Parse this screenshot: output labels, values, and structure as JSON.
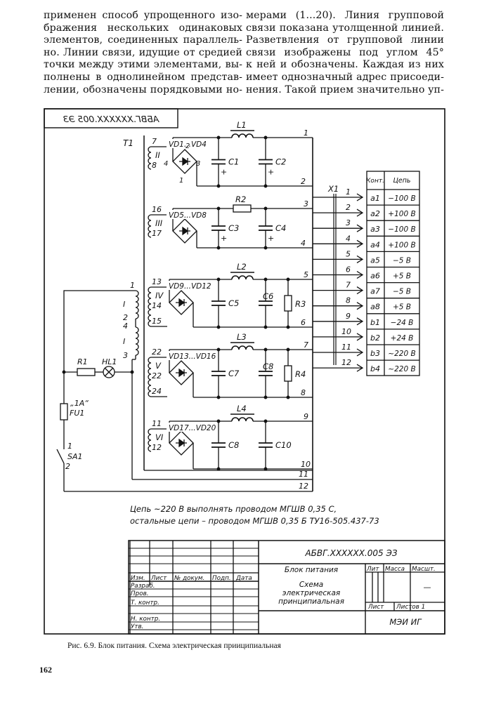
{
  "page": {
    "number": "162",
    "body_text": {
      "left_column": [
        "применен способ упрощенного изо-",
        "бражения нескольких одинаковых",
        "элементов, соединенных параллель-",
        "но. Линии связи, идущие от средией",
        "точки между этими элементами, вы-",
        "полнены в однолинейном представ-",
        "лении, обозначены порядковыми но-"
      ],
      "right_column": [
        "мерами (1...20). Линия групповой",
        "связи показана утолщенной линией.",
        "Разветвления от групповой линии",
        "связи изображены под углом 45°",
        "к ней и обозначены. Каждая из них",
        "имеет однозначный адрес присоеди-",
        "нения. Такой прием значительно уп-"
      ]
    },
    "figure_caption": "Рис. 6.9. Блок питания. Схема электрическая прииципиальная"
  },
  "drawing": {
    "corner_stamp_mirrored": "АБВГ.XXXXXX.005 ЭЗ",
    "transformer": {
      "ref": "T1",
      "primary_windings": [
        {
          "roman": "I",
          "pins": [
            "1",
            "2"
          ]
        },
        {
          "roman": "I",
          "pins": [
            "4",
            "3"
          ]
        }
      ],
      "secondary_windings": [
        {
          "roman": "II",
          "pins": [
            "7",
            "8"
          ]
        },
        {
          "roman": "III",
          "pins": [
            "16",
            "17"
          ]
        },
        {
          "roman": "IV",
          "pins": [
            "13",
            "14",
            "15"
          ]
        },
        {
          "roman": "V",
          "pins": [
            "22",
            "22",
            "24"
          ]
        },
        {
          "roman": "VI",
          "pins": [
            "11",
            "12"
          ]
        }
      ]
    },
    "primary_circuit": {
      "resistor": "R1",
      "lamp": "HL1",
      "fuse": "FU1",
      "fuse_rating": "„1А“",
      "switch": "SA1",
      "switch_pins": [
        "1",
        "2"
      ]
    },
    "rectifier_stages": [
      {
        "bridge": "VD1...VD4",
        "bridge_pins": [
          "2",
          "3",
          "4",
          "1"
        ],
        "series": "L1",
        "series_type": "inductor",
        "caps": [
          "C1",
          "C2"
        ],
        "polarized": true,
        "load": "",
        "out_pins": [
          "1",
          "2"
        ]
      },
      {
        "bridge": "VD5...VD8",
        "bridge_pins": [],
        "series": "R2",
        "series_type": "resistor",
        "caps": [
          "C3",
          "C4"
        ],
        "polarized": true,
        "load": "",
        "out_pins": [
          "3",
          "4"
        ]
      },
      {
        "bridge": "VD9...VD12",
        "bridge_pins": [],
        "series": "L2",
        "series_type": "inductor",
        "caps": [
          "C5",
          "C6"
        ],
        "polarized": false,
        "load": "R3",
        "out_pins": [
          "5",
          "6"
        ]
      },
      {
        "bridge": "VD13...VD16",
        "bridge_pins": [],
        "series": "L3",
        "series_type": "inductor",
        "caps": [
          "C7",
          "C8"
        ],
        "polarized": false,
        "load": "R4",
        "out_pins": [
          "7",
          "8"
        ]
      },
      {
        "bridge": "VD17...VD20",
        "bridge_pins": [],
        "series": "L4",
        "series_type": "inductor",
        "caps": [
          "C8",
          "C10"
        ],
        "polarized": false,
        "load": "",
        "out_pins": [
          "9",
          "10"
        ]
      }
    ],
    "extra_bus_pins": [
      "11",
      "12"
    ],
    "connector": {
      "ref": "X1",
      "line_numbers": [
        "1",
        "2",
        "3",
        "4",
        "5",
        "6",
        "7",
        "8",
        "9",
        "10",
        "11",
        "12"
      ],
      "table_headers": [
        "Конт.",
        "Цепь"
      ],
      "rows": [
        {
          "contact": "a1",
          "circuit": "−100 В"
        },
        {
          "contact": "a2",
          "circuit": "+100 В"
        },
        {
          "contact": "a3",
          "circuit": "−100 В"
        },
        {
          "contact": "a4",
          "circuit": "+100 В"
        },
        {
          "contact": "a5",
          "circuit": "−5 В"
        },
        {
          "contact": "a6",
          "circuit": "+5 В"
        },
        {
          "contact": "a7",
          "circuit": "−5 В"
        },
        {
          "contact": "a8",
          "circuit": "+5 В"
        },
        {
          "contact": "b1",
          "circuit": "−24 В"
        },
        {
          "contact": "b2",
          "circuit": "+24 В"
        },
        {
          "contact": "b3",
          "circuit": "~220 В"
        },
        {
          "contact": "b4",
          "circuit": "~220 В"
        }
      ]
    },
    "notes": [
      "Цепь ~220 В выполнять проводом МГШВ 0,35 С,",
      "остальные цепи – проводом МГШВ 0,35 Б ТУ16-505.437-73"
    ],
    "title_block": {
      "designation": "АБВГ.XXXXXX.005 ЭЗ",
      "product_name": "Блок питания",
      "doc_name": [
        "Схема",
        "электрическая",
        "принципиальная"
      ],
      "column_headers": [
        "Изм.",
        "Лист",
        "№ докум.",
        "Подп.",
        "Дата"
      ],
      "row_labels": [
        "Разраб.",
        "Пров.",
        "Т. контр.",
        "",
        "Н. контр.",
        "Утв."
      ],
      "lit_label": "Лит",
      "mass_label": "Масса",
      "scale_label": "Масшт.",
      "scale_value": "—",
      "sheet_label": "Лист",
      "sheets_label": "Листов 1",
      "organization": "МЭИ ИГ"
    }
  }
}
